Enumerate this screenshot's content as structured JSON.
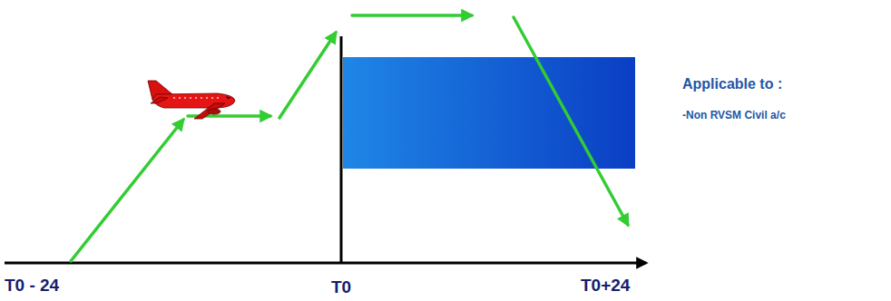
{
  "diagram": {
    "labels": [
      "T0 - 24",
      "T0",
      "T0+24",
      "Applicable to :",
      "-Non RVSM Civil a/c"
    ]
  }
}
